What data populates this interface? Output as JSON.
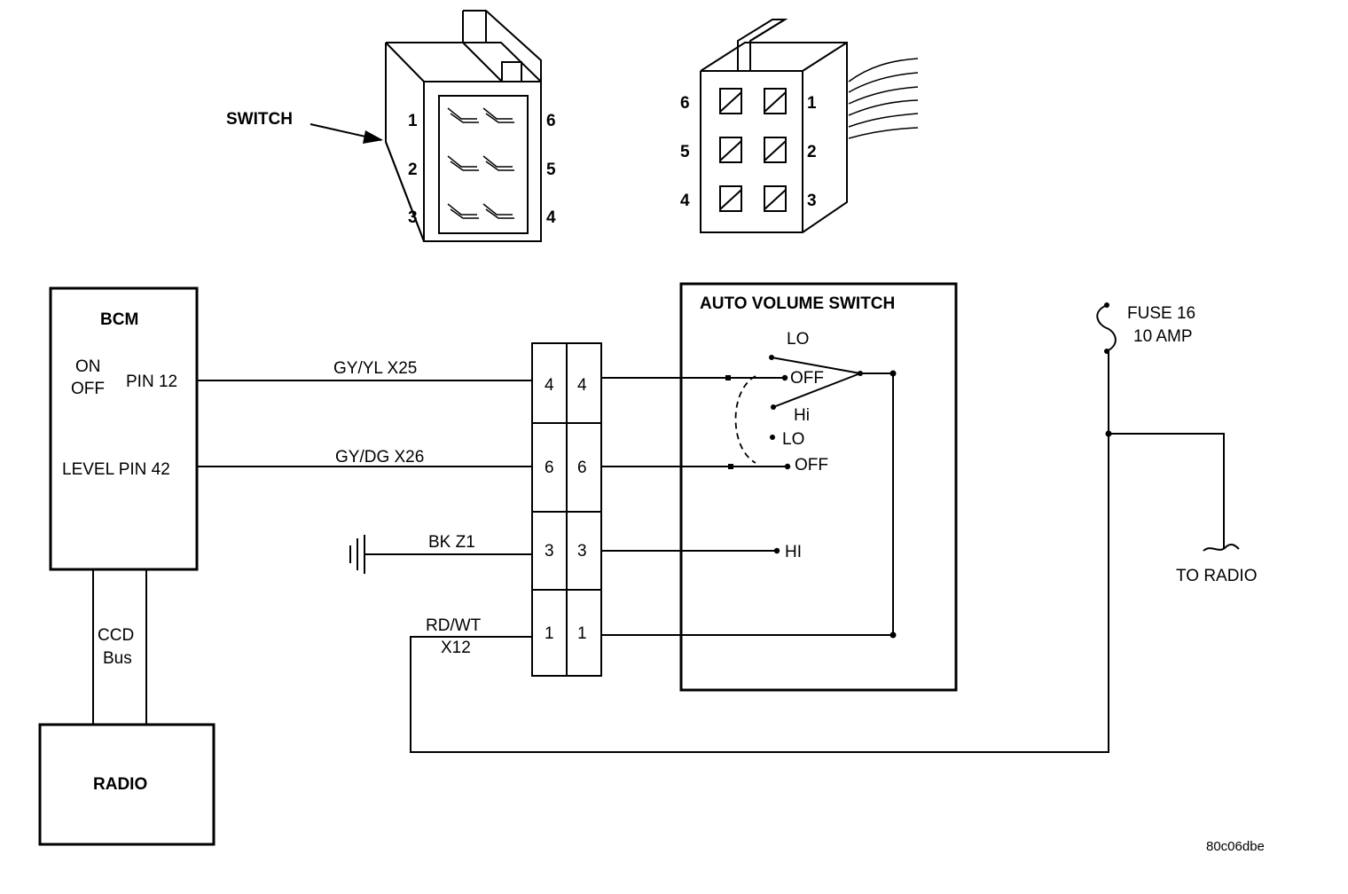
{
  "connectors": {
    "switch_label": "SWITCH",
    "left_pins": [
      "1",
      "2",
      "3",
      "6",
      "5",
      "4"
    ],
    "right_pins": [
      "6",
      "5",
      "4",
      "1",
      "2",
      "3"
    ]
  },
  "bcm": {
    "title": "BCM",
    "on": "ON",
    "off": "OFF",
    "pin12": "PIN 12",
    "level_pin": "LEVEL PIN 42"
  },
  "ccd_bus": {
    "line1": "CCD",
    "line2": "Bus"
  },
  "radio": {
    "title": "RADIO"
  },
  "wires": {
    "gy_yl": "GY/YL X25",
    "gy_dg": "GY/DG X26",
    "bk_z1": "BK Z1",
    "rd_wt": "RD/WT",
    "x12": "X12"
  },
  "connector_pins": [
    "4",
    "4",
    "6",
    "6",
    "3",
    "3",
    "1",
    "1"
  ],
  "auto_volume_switch": {
    "title": "AUTO VOLUME SWITCH",
    "lo1": "LO",
    "off1": "OFF",
    "hi1": "Hi",
    "lo2": "LO",
    "off2": "OFF",
    "hi2": "HI"
  },
  "fuse": {
    "line1": "FUSE 16",
    "line2": "10 AMP"
  },
  "to_radio": "TO RADIO",
  "figure_id": "80c06dbe"
}
